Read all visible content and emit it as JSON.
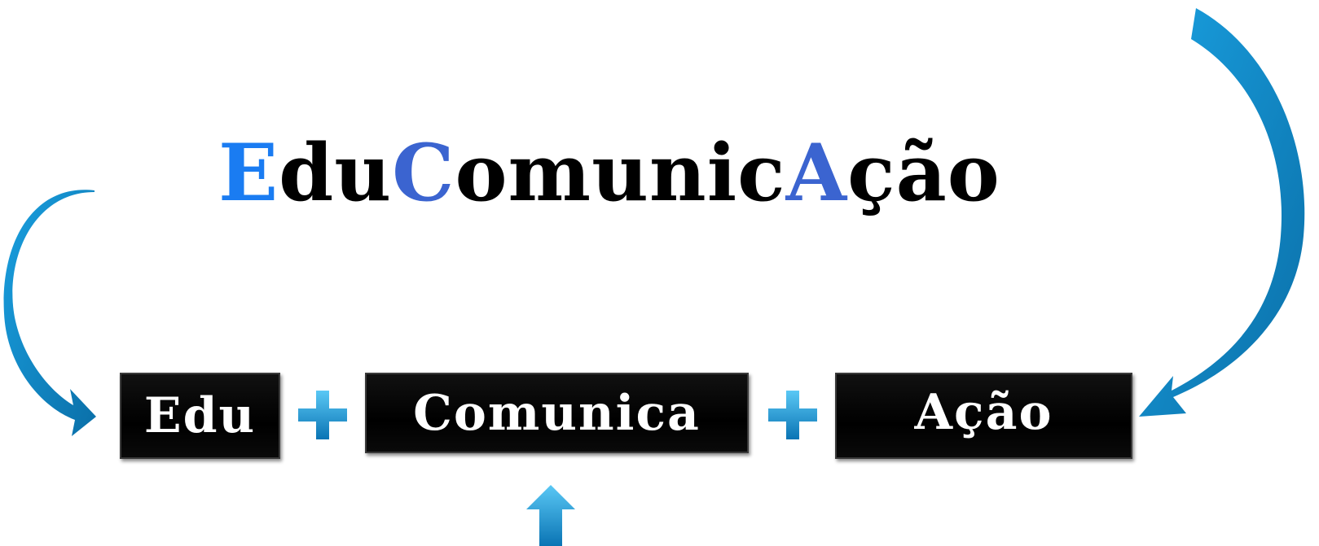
{
  "title": {
    "parts": [
      {
        "text": "E",
        "color": "#1a7cf2"
      },
      {
        "text": "du",
        "color": "#000000"
      },
      {
        "text": "C",
        "color": "#3b64d0"
      },
      {
        "text": "omunic",
        "color": "#000000"
      },
      {
        "text": "A",
        "color": "#3b64d0"
      },
      {
        "text": "ção",
        "color": "#000000"
      }
    ]
  },
  "boxes": {
    "edu": "Edu",
    "comunica": "Comunica",
    "acao": "Ação"
  },
  "colors": {
    "arrow": "#0f86c0",
    "box": "#000000",
    "box_text": "#ffffff"
  },
  "icons": [
    "plus-icon",
    "plus-icon",
    "curved-arrow-left-icon",
    "curved-arrow-right-icon",
    "up-arrow-icon"
  ]
}
